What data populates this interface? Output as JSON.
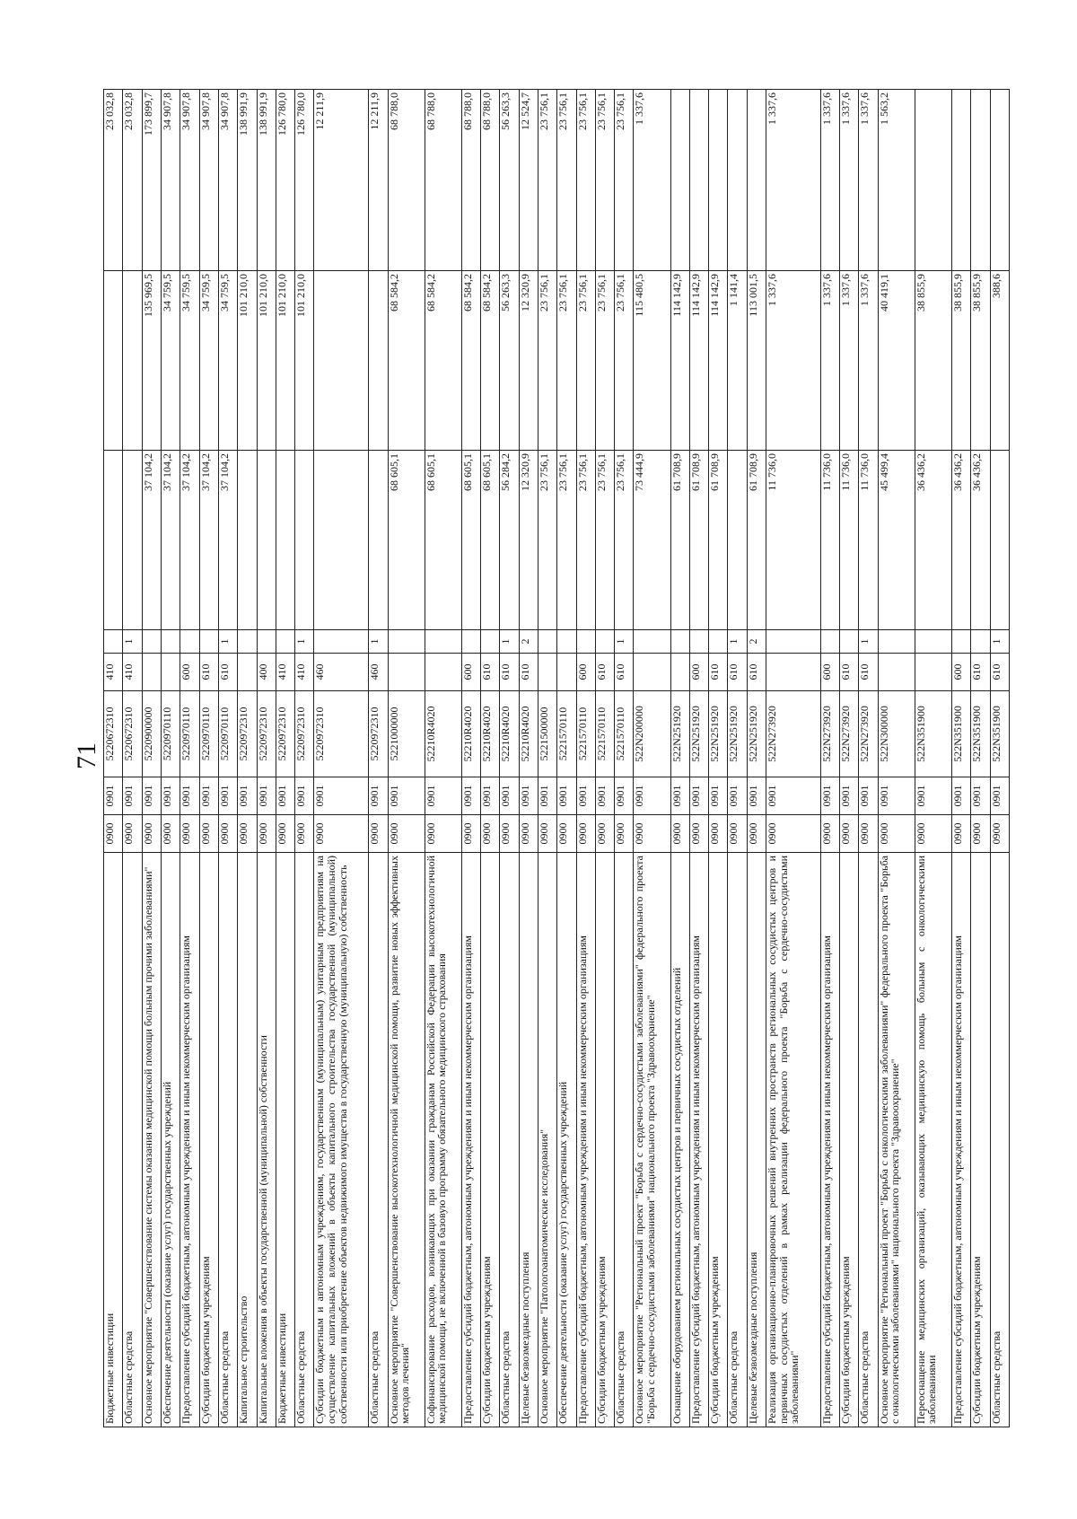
{
  "page_number": "71",
  "rows": [
    {
      "name": "Бюджетные инвестиции",
      "sec": "0900",
      "sub": "0901",
      "target": "5220672310",
      "vr": "410",
      "src": "",
      "y1": "",
      "y2": "",
      "y3": "23 032,8"
    },
    {
      "name": "Областные средства",
      "sec": "0900",
      "sub": "0901",
      "target": "5220672310",
      "vr": "410",
      "src": "1",
      "y1": "",
      "y2": "",
      "y3": "23 032,8"
    },
    {
      "name": "Основное мероприятие \"Совершенствование системы оказания медицинской помощи больным прочими заболеваниями\"",
      "sec": "0900",
      "sub": "0901",
      "target": "5220900000",
      "vr": "",
      "src": "",
      "y1": "37 104,2",
      "y2": "135 969,5",
      "y3": "173 899,7"
    },
    {
      "name": "Обеспечение деятельности (оказание услуг) государственных учреждений",
      "sec": "0900",
      "sub": "0901",
      "target": "5220970110",
      "vr": "",
      "src": "",
      "y1": "37 104,2",
      "y2": "34 759,5",
      "y3": "34 907,8"
    },
    {
      "name": "Предоставление субсидий бюджетным, автономным учреждениям и иным некоммерческим организациям",
      "sec": "0900",
      "sub": "0901",
      "target": "5220970110",
      "vr": "600",
      "src": "",
      "y1": "37 104,2",
      "y2": "34 759,5",
      "y3": "34 907,8"
    },
    {
      "name": "Субсидии бюджетным учреждениям",
      "sec": "0900",
      "sub": "0901",
      "target": "5220970110",
      "vr": "610",
      "src": "",
      "y1": "37 104,2",
      "y2": "34 759,5",
      "y3": "34 907,8"
    },
    {
      "name": "Областные средства",
      "sec": "0900",
      "sub": "0901",
      "target": "5220970110",
      "vr": "610",
      "src": "1",
      "y1": "37 104,2",
      "y2": "34 759,5",
      "y3": "34 907,8"
    },
    {
      "name": "Капитальное строительство",
      "sec": "0900",
      "sub": "0901",
      "target": "5220972310",
      "vr": "",
      "src": "",
      "y1": "",
      "y2": "101 210,0",
      "y3": "138 991,9"
    },
    {
      "name": "Капитальные вложения в объекты государственной (муниципальной) собственности",
      "sec": "0900",
      "sub": "0901",
      "target": "5220972310",
      "vr": "400",
      "src": "",
      "y1": "",
      "y2": "101 210,0",
      "y3": "138 991,9"
    },
    {
      "name": "Бюджетные инвестиции",
      "sec": "0900",
      "sub": "0901",
      "target": "5220972310",
      "vr": "410",
      "src": "",
      "y1": "",
      "y2": "101 210,0",
      "y3": "126 780,0"
    },
    {
      "name": "Областные средства",
      "sec": "0900",
      "sub": "0901",
      "target": "5220972310",
      "vr": "410",
      "src": "1",
      "y1": "",
      "y2": "101 210,0",
      "y3": "126 780,0"
    },
    {
      "name": "Субсидии бюджетным и автономным учреждениям, государственным (муниципальным) унитарным предприятиям на осуществление капитальных вложений в объекты капитального строительства государственной (муниципальной) собственности или приобретение объектов недвижимого имущества в государственную (муниципальную) собственность",
      "sec": "0900",
      "sub": "0901",
      "target": "5220972310",
      "vr": "460",
      "src": "",
      "y1": "",
      "y2": "",
      "y3": "12 211,9"
    },
    {
      "name": "Областные средства",
      "sec": "0900",
      "sub": "0901",
      "target": "5220972310",
      "vr": "460",
      "src": "1",
      "y1": "",
      "y2": "",
      "y3": "12 211,9"
    },
    {
      "name": "Основное мероприятие \"Совершенствование высокотехнологичной медицинской помощи, развитие новых эффективных методов лечения\"",
      "sec": "0900",
      "sub": "0901",
      "target": "5221000000",
      "vr": "",
      "src": "",
      "y1": "68 605,1",
      "y2": "68 584,2",
      "y3": "68 788,0"
    },
    {
      "name": "Софинансирование расходов, возникающих при оказании гражданам Российской Федерации высокотехнологичной медицинской помощи, не включенной в базовую программу обязательного медицинского страхования",
      "sec": "0900",
      "sub": "0901",
      "target": "52210R4020",
      "vr": "",
      "src": "",
      "y1": "68 605,1",
      "y2": "68 584,2",
      "y3": "68 788,0"
    },
    {
      "name": "Предоставление субсидий бюджетным, автономным учреждениям и иным некоммерческим организациям",
      "sec": "0900",
      "sub": "0901",
      "target": "52210R4020",
      "vr": "600",
      "src": "",
      "y1": "68 605,1",
      "y2": "68 584,2",
      "y3": "68 788,0"
    },
    {
      "name": "Субсидии бюджетным учреждениям",
      "sec": "0900",
      "sub": "0901",
      "target": "52210R4020",
      "vr": "610",
      "src": "",
      "y1": "68 605,1",
      "y2": "68 584,2",
      "y3": "68 788,0"
    },
    {
      "name": "Областные средства",
      "sec": "0900",
      "sub": "0901",
      "target": "52210R4020",
      "vr": "610",
      "src": "1",
      "y1": "56 284,2",
      "y2": "56 263,3",
      "y3": "56 263,3"
    },
    {
      "name": "Целевые безвозмездные поступления",
      "sec": "0900",
      "sub": "0901",
      "target": "52210R4020",
      "vr": "610",
      "src": "2",
      "y1": "12 320,9",
      "y2": "12 320,9",
      "y3": "12 524,7"
    },
    {
      "name": "Основное мероприятие \"Патологоанатомические исследования\"",
      "sec": "0900",
      "sub": "0901",
      "target": "5221500000",
      "vr": "",
      "src": "",
      "y1": "23 756,1",
      "y2": "23 756,1",
      "y3": "23 756,1"
    },
    {
      "name": "Обеспечение деятельности (оказание услуг) государственных учреждений",
      "sec": "0900",
      "sub": "0901",
      "target": "5221570110",
      "vr": "",
      "src": "",
      "y1": "23 756,1",
      "y2": "23 756,1",
      "y3": "23 756,1"
    },
    {
      "name": "Предоставление субсидий бюджетным, автономным учреждениям и иным некоммерческим организациям",
      "sec": "0900",
      "sub": "0901",
      "target": "5221570110",
      "vr": "600",
      "src": "",
      "y1": "23 756,1",
      "y2": "23 756,1",
      "y3": "23 756,1"
    },
    {
      "name": "Субсидии бюджетным учреждениям",
      "sec": "0900",
      "sub": "0901",
      "target": "5221570110",
      "vr": "610",
      "src": "",
      "y1": "23 756,1",
      "y2": "23 756,1",
      "y3": "23 756,1"
    },
    {
      "name": "Областные средства",
      "sec": "0900",
      "sub": "0901",
      "target": "5221570110",
      "vr": "610",
      "src": "1",
      "y1": "23 756,1",
      "y2": "23 756,1",
      "y3": "23 756,1"
    },
    {
      "name": "Основное мероприятие \"Региональный проект \"Борьба с сердечно-сосудистыми заболеваниями\" федерального проекта \"Борьба с сердечно-сосудистыми заболеваниями\" национального проекта \"Здравоохранение\"",
      "sec": "0900",
      "sub": "0901",
      "target": "522N200000",
      "vr": "",
      "src": "",
      "y1": "73 444,9",
      "y2": "115 480,5",
      "y3": "1 337,6"
    },
    {
      "name": "Оснащение оборудованием региональных сосудистых центров и первичных сосудистых отделений",
      "sec": "0900",
      "sub": "0901",
      "target": "522N251920",
      "vr": "",
      "src": "",
      "y1": "61 708,9",
      "y2": "114 142,9",
      "y3": ""
    },
    {
      "name": "Предоставление субсидий бюджетным, автономным учреждениям и иным некоммерческим организациям",
      "sec": "0900",
      "sub": "0901",
      "target": "522N251920",
      "vr": "600",
      "src": "",
      "y1": "61 708,9",
      "y2": "114 142,9",
      "y3": ""
    },
    {
      "name": "Субсидии бюджетным учреждениям",
      "sec": "0900",
      "sub": "0901",
      "target": "522N251920",
      "vr": "610",
      "src": "",
      "y1": "61 708,9",
      "y2": "114 142,9",
      "y3": ""
    },
    {
      "name": "Областные средства",
      "sec": "0900",
      "sub": "0901",
      "target": "522N251920",
      "vr": "610",
      "src": "1",
      "y1": "",
      "y2": "1 141,4",
      "y3": ""
    },
    {
      "name": "Целевые безвозмездные поступления",
      "sec": "0900",
      "sub": "0901",
      "target": "522N251920",
      "vr": "610",
      "src": "2",
      "y1": "61 708,9",
      "y2": "113 001,5",
      "y3": ""
    },
    {
      "name": "Реализация организационно-планировочных решений внутренних пространств региональных сосудистых центров и первичных сосудистых отделений в рамках реализации федерального проекта \"Борьба с сердечно-сосудистыми заболеваниями\"",
      "sec": "0900",
      "sub": "0901",
      "target": "522N273920",
      "vr": "",
      "src": "",
      "y1": "11 736,0",
      "y2": "1 337,6",
      "y3": "1 337,6"
    },
    {
      "name": "Предоставление субсидий бюджетным, автономным учреждениям и иным некоммерческим организациям",
      "sec": "0900",
      "sub": "0901",
      "target": "522N273920",
      "vr": "600",
      "src": "",
      "y1": "11 736,0",
      "y2": "1 337,6",
      "y3": "1 337,6"
    },
    {
      "name": "Субсидии бюджетным учреждениям",
      "sec": "0900",
      "sub": "0901",
      "target": "522N273920",
      "vr": "610",
      "src": "",
      "y1": "11 736,0",
      "y2": "1 337,6",
      "y3": "1 337,6"
    },
    {
      "name": "Областные средства",
      "sec": "0900",
      "sub": "0901",
      "target": "522N273920",
      "vr": "610",
      "src": "1",
      "y1": "11 736,0",
      "y2": "1 337,6",
      "y3": "1 337,6"
    },
    {
      "name": "Основное мероприятие \"Региональный проект \"Борьба с онкологическими заболеваниями\" федерального проекта \"Борьба с онкологическими заболеваниями\" национального проекта \"Здравоохранение\"",
      "sec": "0900",
      "sub": "0901",
      "target": "522N300000",
      "vr": "",
      "src": "",
      "y1": "45 499,4",
      "y2": "40 419,1",
      "y3": "1 563,2"
    },
    {
      "name": "Переоснащение медицинских организаций, оказывающих медицинскую помощь больным с онкологическими заболеваниями",
      "sec": "0900",
      "sub": "0901",
      "target": "522N351900",
      "vr": "",
      "src": "",
      "y1": "36 436,2",
      "y2": "38 855,9",
      "y3": ""
    },
    {
      "name": "Предоставление субсидий бюджетным, автономным учреждениям и иным некоммерческим организациям",
      "sec": "0900",
      "sub": "0901",
      "target": "522N351900",
      "vr": "600",
      "src": "",
      "y1": "36 436,2",
      "y2": "38 855,9",
      "y3": ""
    },
    {
      "name": "Субсидии бюджетным учреждениям",
      "sec": "0900",
      "sub": "0901",
      "target": "522N351900",
      "vr": "610",
      "src": "",
      "y1": "36 436,2",
      "y2": "38 855,9",
      "y3": ""
    },
    {
      "name": "Областные средства",
      "sec": "0900",
      "sub": "0901",
      "target": "522N351900",
      "vr": "610",
      "src": "1",
      "y1": "",
      "y2": "388,6",
      "y3": ""
    }
  ]
}
